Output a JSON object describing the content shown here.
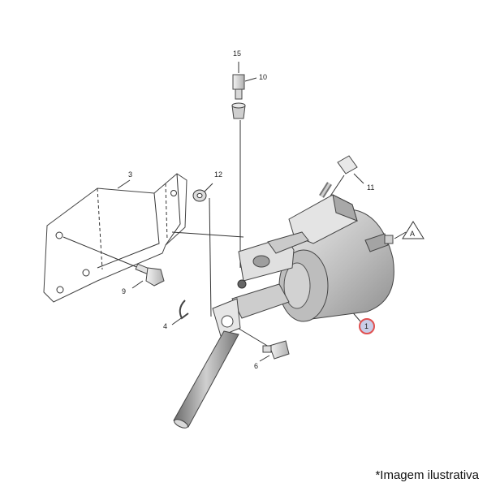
{
  "diagram": {
    "callouts": {
      "c1": "1",
      "c3": "3",
      "c4": "4",
      "c6": "6",
      "c9": "9",
      "c10": "10",
      "c11": "11",
      "c12": "12",
      "c15": "15",
      "cA": "A"
    },
    "highlight_color": "#e05050"
  },
  "caption": "*Imagem ilustrativa"
}
